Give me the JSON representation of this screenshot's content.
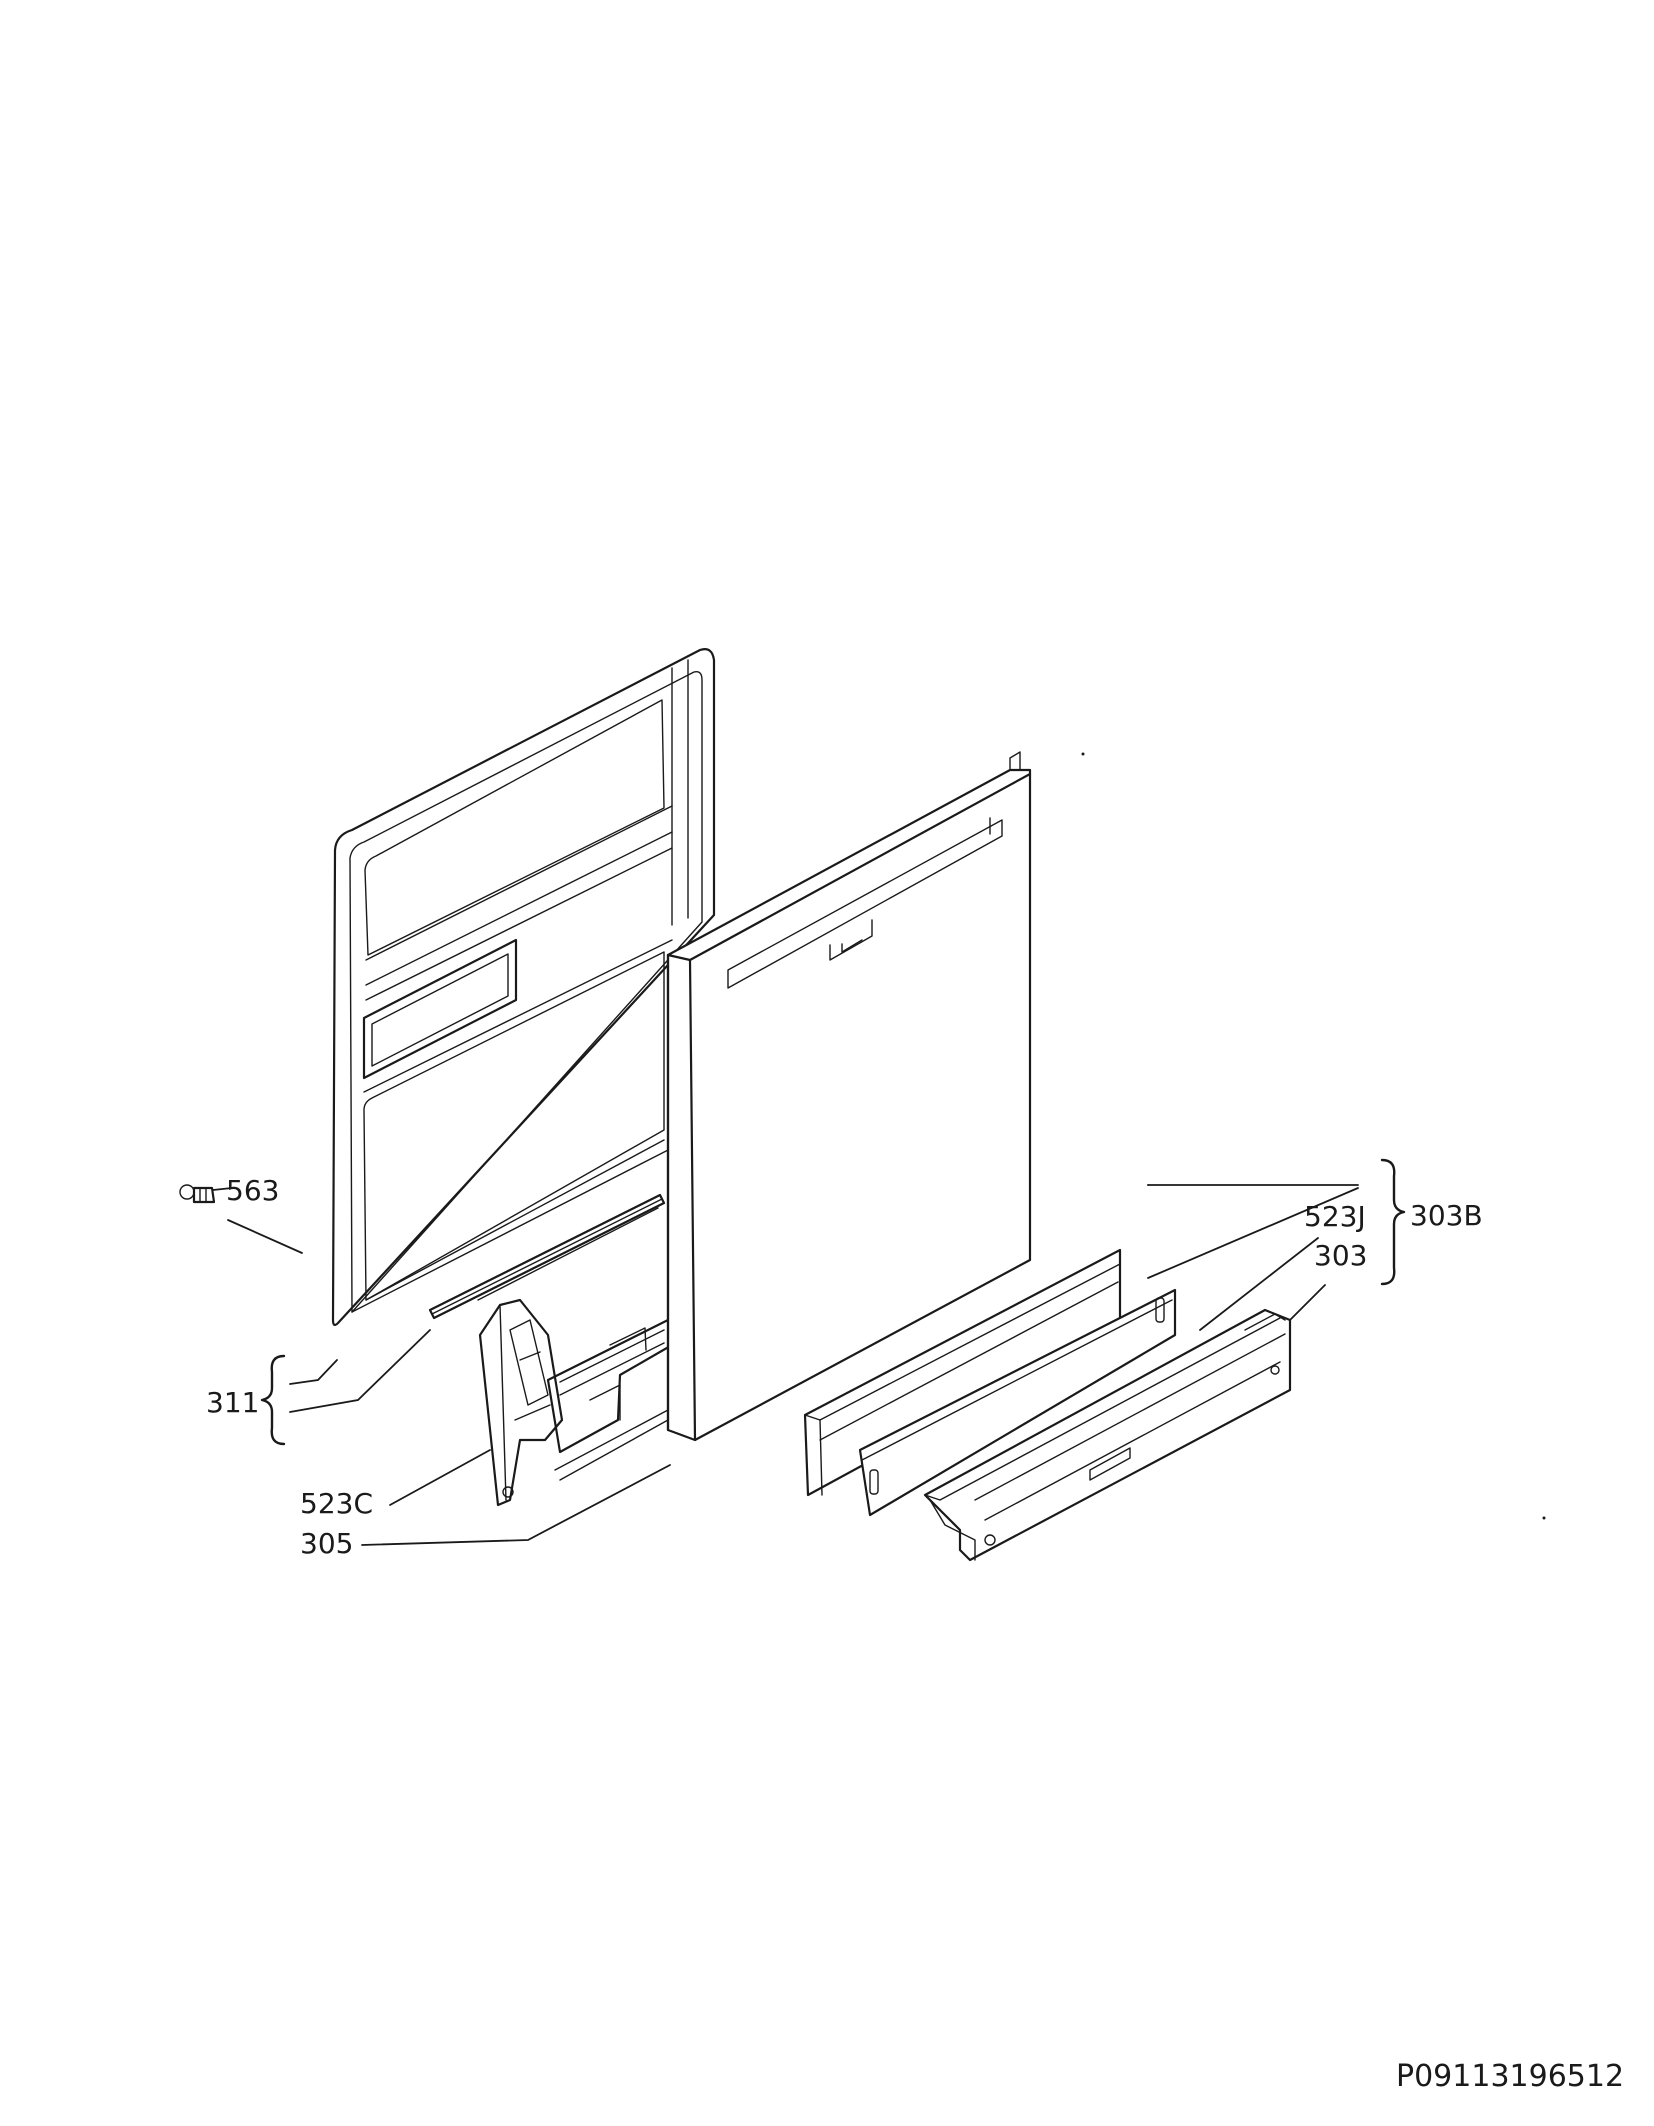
{
  "callouts": {
    "c563": "563",
    "c311": "311",
    "c523C": "523C",
    "c305": "305",
    "c523J": "523J",
    "c303B": "303B",
    "c303": "303"
  },
  "drawing_code": "P09113196512",
  "colors": {
    "line": "#1a1a1a",
    "background": "#ffffff"
  }
}
